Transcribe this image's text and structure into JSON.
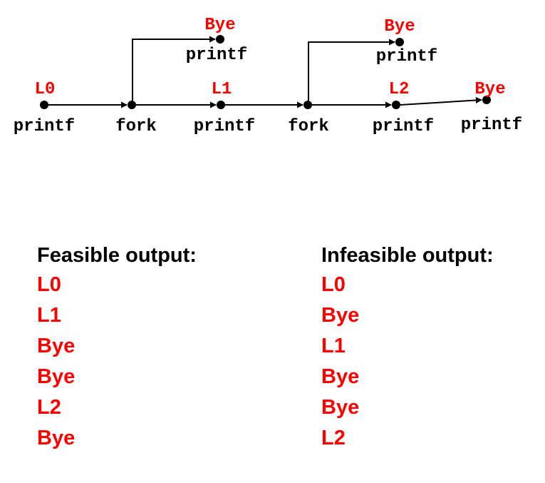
{
  "colors": {
    "accent": "#ff0000",
    "line": "#000000",
    "text": "#000000"
  },
  "graph": {
    "nodes": [
      {
        "id": "n0",
        "label": "printf",
        "event": "L0"
      },
      {
        "id": "n1",
        "label": "fork",
        "event": ""
      },
      {
        "id": "n2",
        "label": "printf",
        "event": "L1"
      },
      {
        "id": "n3",
        "label": "fork",
        "event": ""
      },
      {
        "id": "n4",
        "label": "printf",
        "event": "L2"
      },
      {
        "id": "n5",
        "label": "printf",
        "event": "Bye"
      },
      {
        "id": "b1",
        "label": "printf",
        "event": "Bye"
      },
      {
        "id": "b2",
        "label": "printf",
        "event": "Bye"
      }
    ],
    "edges": [
      {
        "from": "n0",
        "to": "n1"
      },
      {
        "from": "n1",
        "to": "n2"
      },
      {
        "from": "n2",
        "to": "n3"
      },
      {
        "from": "n3",
        "to": "n4"
      },
      {
        "from": "n4",
        "to": "n5"
      },
      {
        "from": "n1",
        "to": "b1"
      },
      {
        "from": "n3",
        "to": "b2"
      }
    ]
  },
  "feasible": {
    "title": "Feasible output:",
    "lines": [
      "L0",
      "L1",
      "Bye",
      "Bye",
      "L2",
      "Bye"
    ]
  },
  "infeasible": {
    "title": "Infeasible output:",
    "lines": [
      "L0",
      "Bye",
      "L1",
      "Bye",
      "Bye",
      "L2"
    ]
  }
}
